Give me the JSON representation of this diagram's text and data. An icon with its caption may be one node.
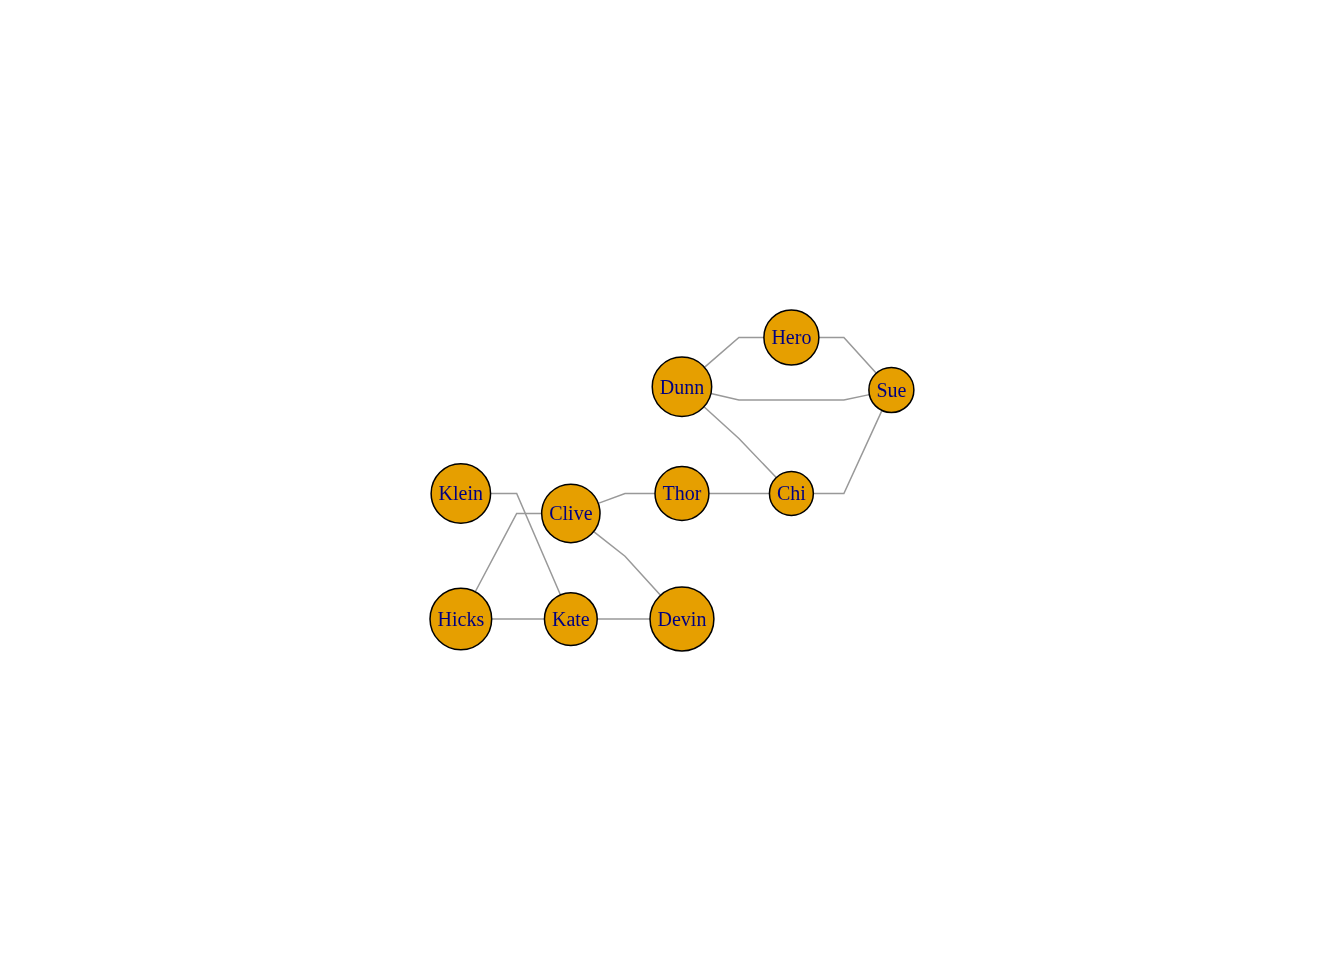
{
  "diagram": {
    "nodes": [
      {
        "text": [
          "Hicks"
        ]
      },
      {
        "text": [
          "Dunn"
        ]
      },
      {
        "text": [
          "Klein"
        ]
      },
      {
        "text": [
          "Hero"
        ]
      },
      {
        "text": [
          "Kate"
        ]
      },
      {
        "text": [
          "Chi"
        ]
      },
      {
        "text": [
          "Clive"
        ]
      },
      {
        "text": [
          "Thor"
        ]
      },
      {
        "text": [
          "Sue"
        ]
      },
      {
        "text": [
          "Devin"
        ]
      }
    ],
    "edges": [
      {
        "from": 0,
        "to": 4,
        "arrow": "none"
      },
      {
        "from": 0,
        "to": 6,
        "arrow": "none"
      },
      {
        "from": 2,
        "to": 4,
        "arrow": "none"
      },
      {
        "from": 4,
        "to": 9,
        "arrow": "none"
      },
      {
        "from": 6,
        "to": 9,
        "arrow": "none"
      },
      {
        "from": 6,
        "to": 7,
        "arrow": "none"
      },
      {
        "from": 7,
        "to": 5,
        "arrow": "none"
      },
      {
        "from": 1,
        "to": 5,
        "arrow": "none"
      },
      {
        "from": 1,
        "to": 8,
        "arrow": "none"
      },
      {
        "from": 1,
        "to": 3,
        "arrow": "none"
      },
      {
        "from": 5,
        "to": 8,
        "arrow": "none"
      },
      {
        "from": 3,
        "to": 8,
        "arrow": "none"
      }
    ]
  }
}
